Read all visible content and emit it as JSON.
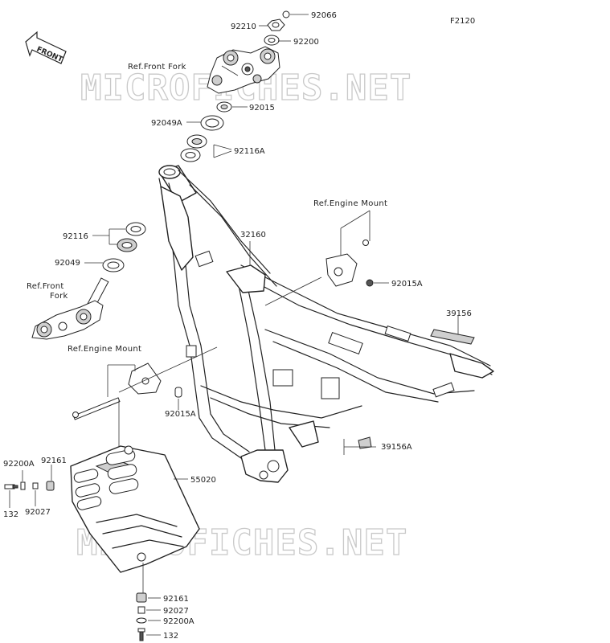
{
  "figure_code": "F2120",
  "front_arrow_label": "FRONT",
  "watermark": "MICROFICHES.NET",
  "refs": {
    "front_fork_top": "Ref.Front Fork",
    "front_fork_left_line1": "Ref.Front",
    "front_fork_left_line2": "Fork",
    "engine_mount_right": "Ref.Engine Mount",
    "engine_mount_left": "Ref.Engine Mount"
  },
  "parts": {
    "p92066": "92066",
    "p92210": "92210",
    "p92200": "92200",
    "p92015": "92015",
    "p92049A": "92049A",
    "p92116A": "92116A",
    "p32160": "32160",
    "p92116": "92116",
    "p92049": "92049",
    "p92015A_right": "92015A",
    "p39156": "39156",
    "p92015A_left": "92015A",
    "p39156A": "39156A",
    "p55020": "55020",
    "p92200A_left": "92200A",
    "p92161_left": "92161",
    "p132_left": "132",
    "p92027_left": "92027",
    "p92161_bottom": "92161",
    "p92027_bottom": "92027",
    "p92200A_bottom": "92200A",
    "p132_bottom": "132"
  }
}
